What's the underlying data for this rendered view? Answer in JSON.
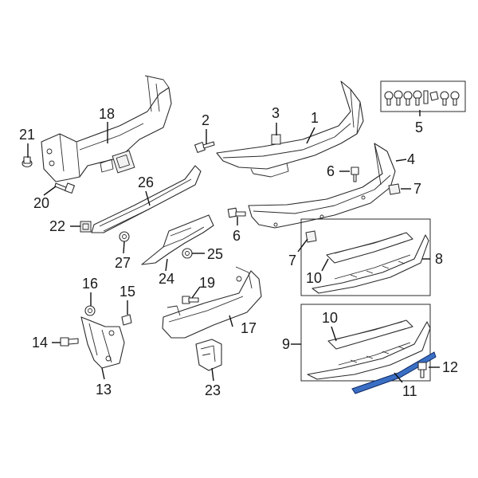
{
  "diagram": {
    "part_numbers": {
      "p1": "1",
      "p2": "2",
      "p3": "3",
      "p4": "4",
      "p5": "5",
      "p6a": "6",
      "p6b": "6",
      "p7a": "7",
      "p7b": "7",
      "p8": "8",
      "p9": "9",
      "p10a": "10",
      "p10b": "10",
      "p11": "11",
      "p12": "12",
      "p13": "13",
      "p14": "14",
      "p15": "15",
      "p16": "16",
      "p17": "17",
      "p18": "18",
      "p19": "19",
      "p20": "20",
      "p21": "21",
      "p22": "22",
      "p23": "23",
      "p24": "24",
      "p25": "25",
      "p26": "26",
      "p27": "27"
    },
    "highlighted_part": "11",
    "colors": {
      "line": "#2a2a2a",
      "highlight": "#3a6fc4",
      "background": "#ffffff"
    }
  }
}
